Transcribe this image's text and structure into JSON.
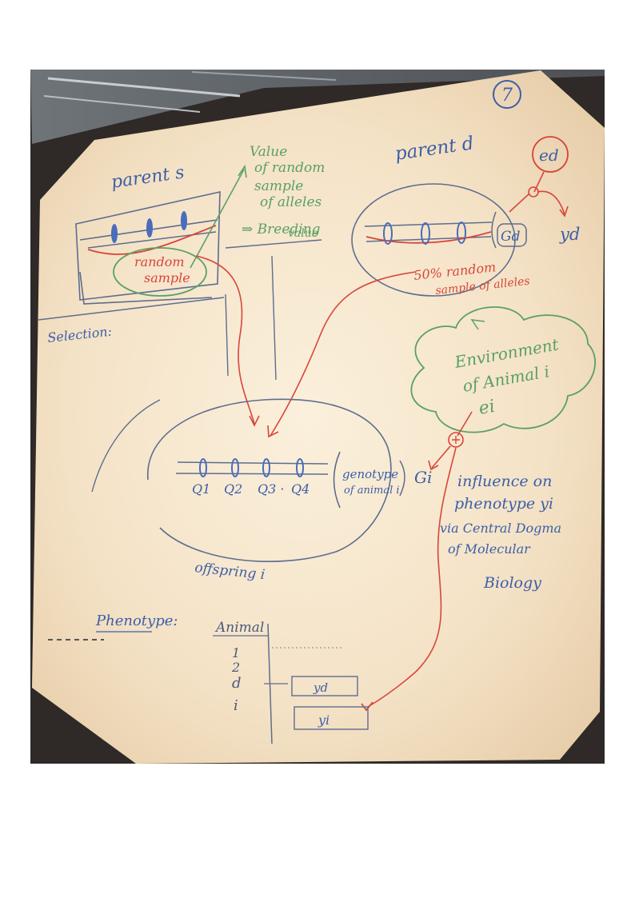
{
  "board": {
    "page_number": "7"
  },
  "colors": {
    "blue_marker": "#3c5fa8",
    "red_marker": "#d8463a",
    "green_marker": "#5aa065",
    "board_light": "#f6e6cc"
  },
  "parent_s": {
    "title": "parent s",
    "sample_label_line1": "random",
    "sample_label_line2": "sample"
  },
  "breeding_value_note": {
    "line1": "Value",
    "line2": "of random",
    "line3": "sample",
    "line4": "of alleles",
    "line5": "⇒ Breeding",
    "line6": "value"
  },
  "parent_d": {
    "title": "parent d",
    "genotype_label": "Gd",
    "env_label": "ed",
    "phenotype_label": "yd",
    "sample_line1": "50% random",
    "sample_line2": "sample of alleles"
  },
  "selection_label": "Selection:",
  "environment": {
    "line1": "Environment",
    "line2": "of Animal i",
    "line3": "ei"
  },
  "offspring": {
    "loci": [
      "Q1",
      "Q2",
      "Q3 ·",
      "Q4"
    ],
    "genotype_line1": "genotype",
    "genotype_line2": "of animal i",
    "genotype_symbol": "Gi",
    "label": "offspring i"
  },
  "influence_note": {
    "line1": "influence on",
    "line2": "phenotype yi",
    "line3": "via Central Dogma",
    "line4": "of Molecular",
    "line5": "Biology"
  },
  "phenotype_table": {
    "title": "Phenotype:",
    "column_header": "Animal",
    "rows": [
      "1",
      "2",
      "d",
      "i"
    ],
    "yd_value": "yd",
    "yi_value": "yi"
  }
}
